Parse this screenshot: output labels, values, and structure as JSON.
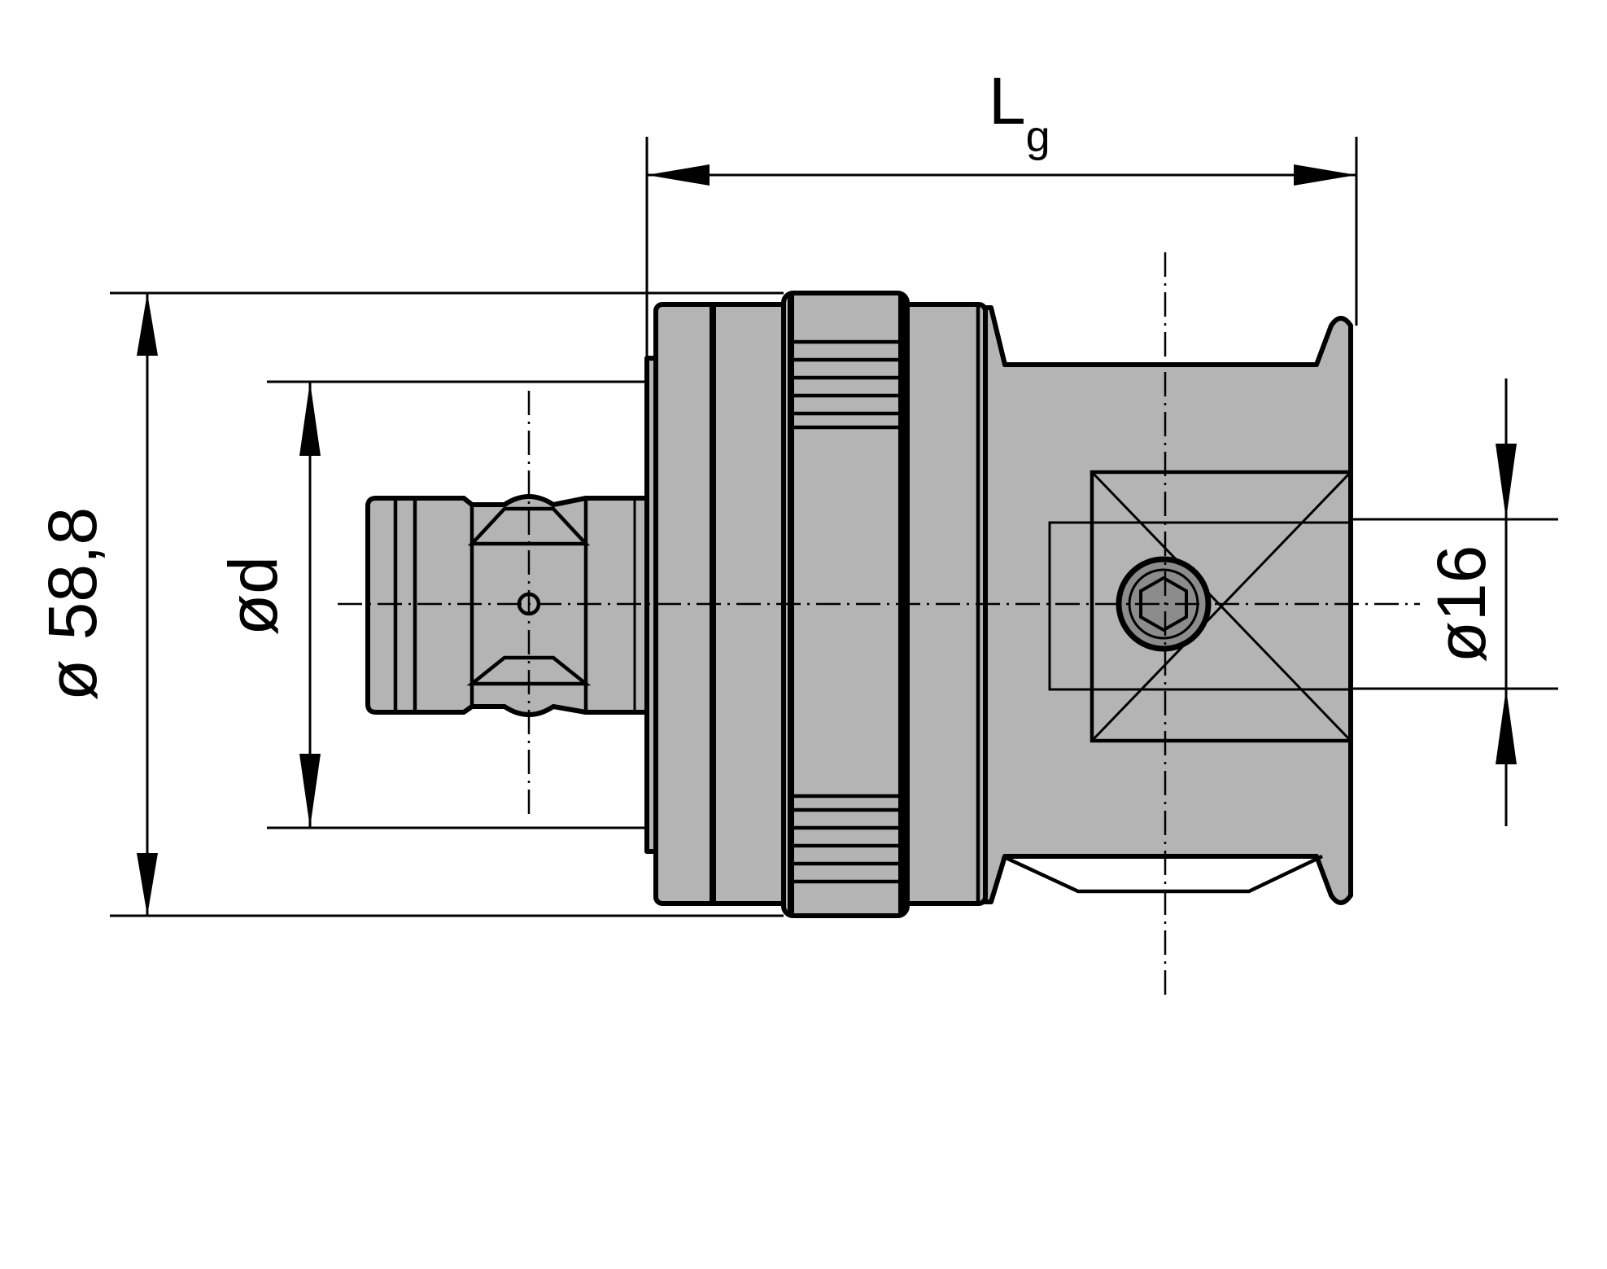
{
  "drawing": {
    "dimensions": {
      "overall_length": {
        "symbol": "L",
        "subscript": "g"
      },
      "outer_diameter": "ø 58,8",
      "shank_diameter": "ød",
      "bore_diameter": "ø16"
    },
    "colors": {
      "body_fill": "#b4b4b4",
      "screw_fill": "#8c8c8c",
      "line": "#000000",
      "background": "#ffffff"
    }
  }
}
